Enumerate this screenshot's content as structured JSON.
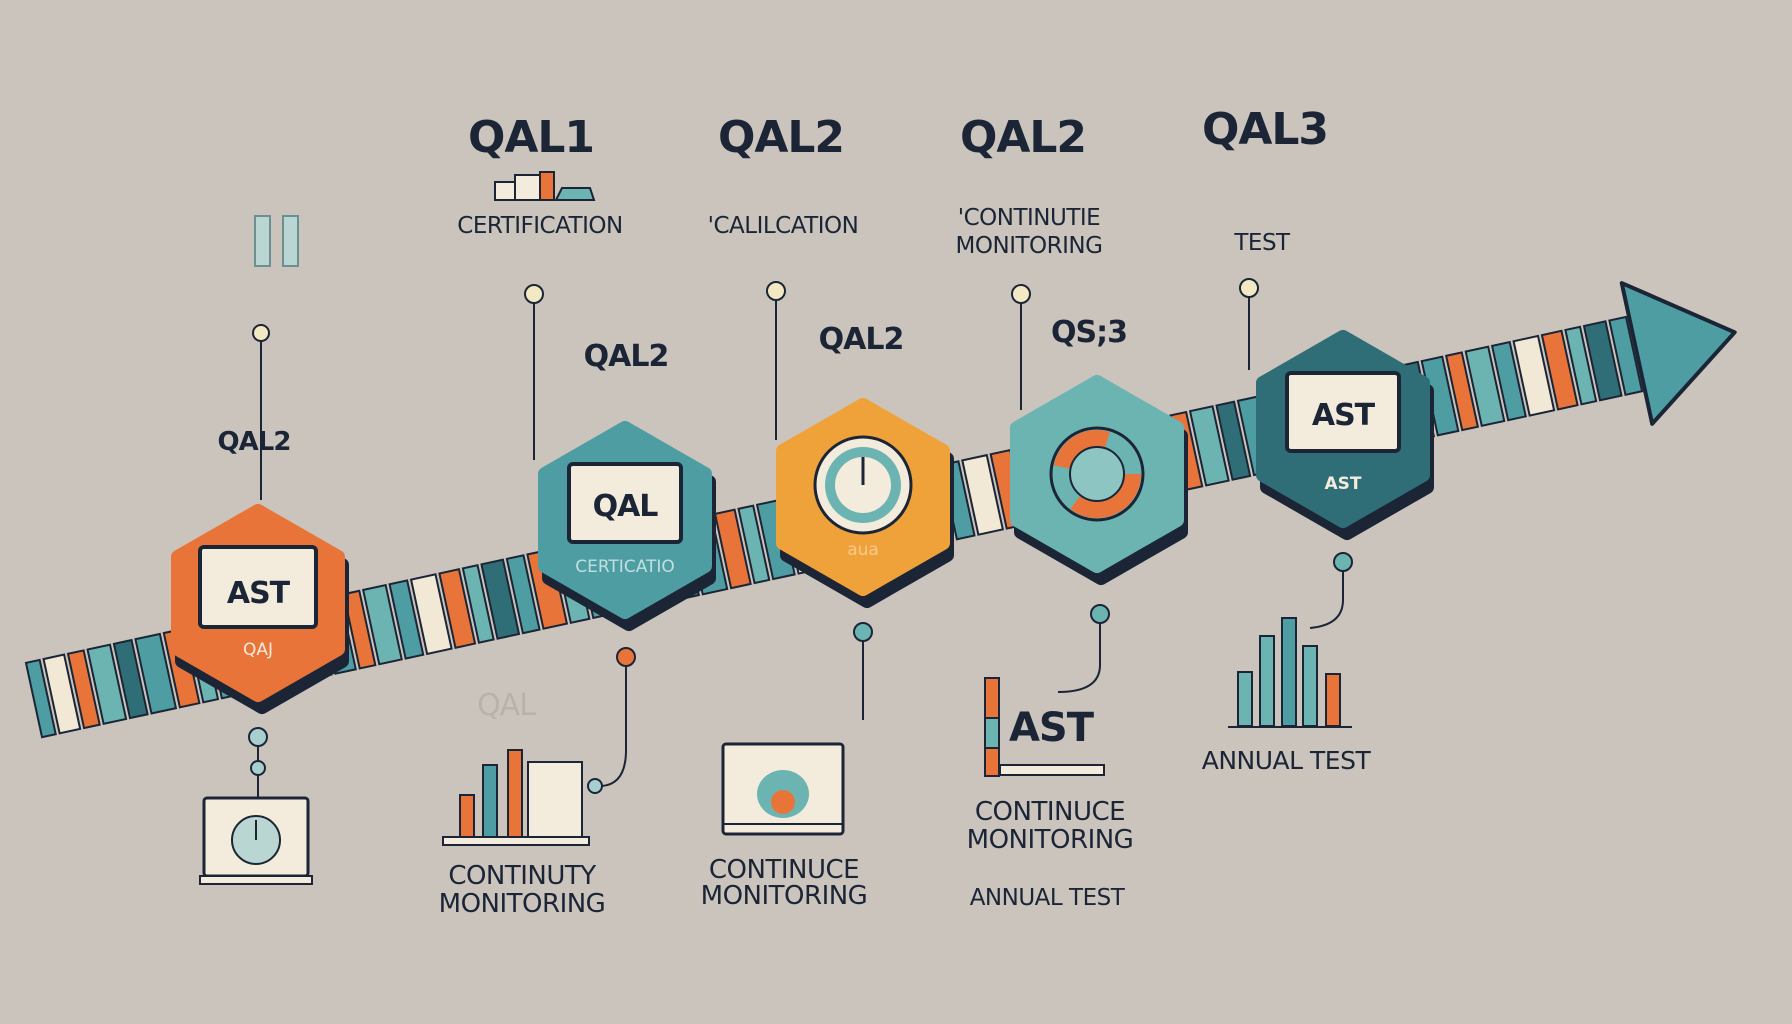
{
  "colors": {
    "background": "#cac4bd",
    "orange": "#e8743a",
    "teal": "#4e9da2",
    "yellow": "#f0a23a",
    "light_teal": "#6cb4b2",
    "dark_teal": "#2f6d77",
    "navy": "#1b2536"
  },
  "top_headings": [
    "QAL1",
    "QAL2",
    "QAL2",
    "QAL3"
  ],
  "top_captions": {
    "c1": "CERTIFICATION",
    "c2": "'CALILCATION",
    "c3a": "'CONTINUTIE",
    "c3b": "MONITORING",
    "c4": "TEST"
  },
  "mid_labels": [
    "QAL2",
    "QAL2",
    "QAL2",
    "QS;3"
  ],
  "nodes": [
    {
      "badge": "AST",
      "sub": "QAJ"
    },
    {
      "badge": "QAL",
      "sub": "CERTICATIO"
    },
    {
      "sub": "aua"
    },
    {},
    {
      "badge": "AST",
      "sub": "AST"
    }
  ],
  "bottom_labels": {
    "faint_qal": "QAL",
    "b1a": "CONTINUTY",
    "b1b": "MONITORING",
    "b2a": "CONTINUCE",
    "b2b": "MONITORING",
    "b3_ast": "AST",
    "b3a": "CONTINUCE",
    "b3b": "MONITORING",
    "b3c": "ANNUAL TEST",
    "b4": "ANNUAL TEST"
  }
}
